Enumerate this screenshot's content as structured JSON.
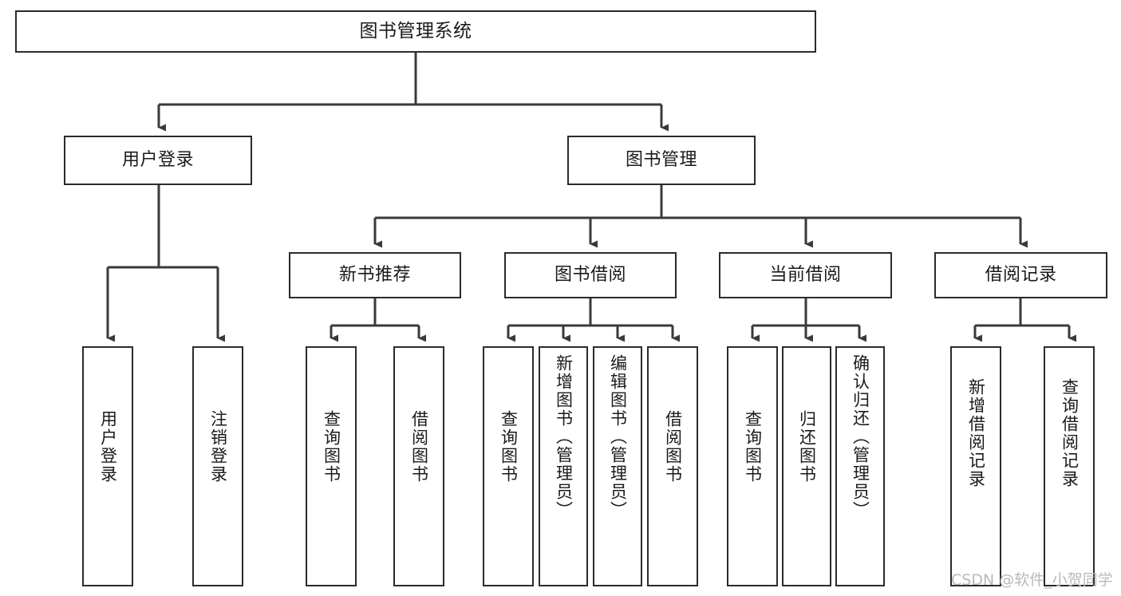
{
  "diagram": {
    "type": "tree-hierarchy-chart",
    "title": "图书管理系统",
    "colors": {
      "box_border": "#2b2b2b",
      "box_fill": "#ffffff",
      "edge": "#3a3a3a",
      "text": "#1a1a1a",
      "watermark": "#b9b9b9"
    },
    "root": {
      "label": "图书管理系统"
    },
    "level2": [
      {
        "label": "用户登录"
      },
      {
        "label": "图书管理"
      }
    ],
    "level3": [
      {
        "label": "新书推荐"
      },
      {
        "label": "图书借阅"
      },
      {
        "label": "当前借阅"
      },
      {
        "label": "借阅记录"
      }
    ],
    "leaves": {
      "user_login": [
        {
          "label": "用户登录"
        },
        {
          "label": "注销登录"
        }
      ],
      "new_book_recommend": [
        {
          "label": "查询图书"
        },
        {
          "label": "借阅图书"
        }
      ],
      "book_borrow": [
        {
          "label": "查询图书"
        },
        {
          "label": "新增图书（管理员）"
        },
        {
          "label": "编辑图书（管理员）"
        },
        {
          "label": "借阅图书"
        }
      ],
      "current_borrow": [
        {
          "label": "查询图书"
        },
        {
          "label": "归还图书"
        },
        {
          "label": "确认归还（管理员）"
        }
      ],
      "borrow_records": [
        {
          "label": "新增借阅记录"
        },
        {
          "label": "查询借阅记录"
        }
      ]
    }
  },
  "watermark": {
    "text": "CSDN @软件_小贺同学"
  }
}
